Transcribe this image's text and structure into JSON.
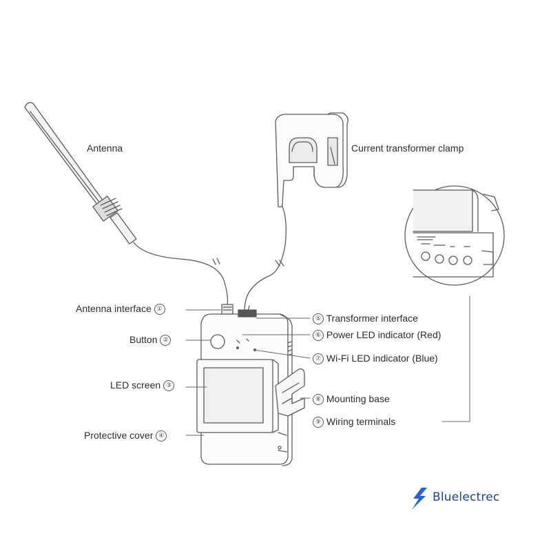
{
  "labels": {
    "antenna": "Antenna",
    "ct_clamp": "Current transformer clamp",
    "antenna_interface": "Antenna interface",
    "button": "Button",
    "led_screen": "LED screen",
    "protective_cover": "Protective cover",
    "transformer_interface": "Transformer interface",
    "power_led": "Power LED indicator (Red)",
    "wifi_led": "Wi-Fi LED indicator (Blue)",
    "mounting_base": "Mounting base",
    "wiring_terminals": "Wiring terminals"
  },
  "numbers": {
    "n1": "①",
    "n2": "②",
    "n3": "③",
    "n4": "④",
    "n5": "⑤",
    "n6": "⑥",
    "n7": "⑦",
    "n8": "⑧",
    "n9": "⑨"
  },
  "brand": {
    "name": "Bluelectrec",
    "color": "#1f3f9a"
  },
  "colors": {
    "line": "#555555",
    "device_fill": "#fafafa"
  }
}
